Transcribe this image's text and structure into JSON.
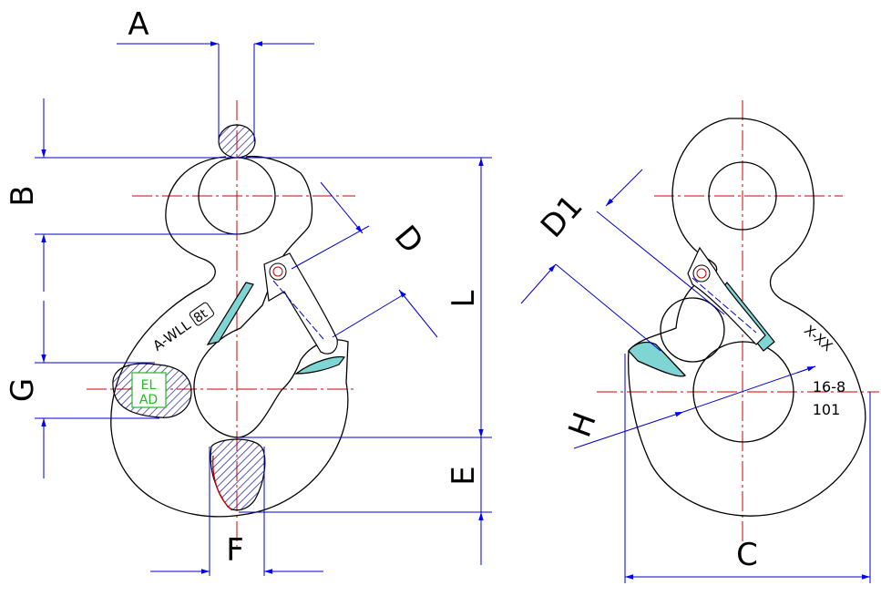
{
  "dimension_labels": {
    "A": "A",
    "B": "B",
    "D": "D",
    "L": "L",
    "G": "G",
    "E": "E",
    "F": "F",
    "D1": "D1",
    "H": "H",
    "C": "C"
  },
  "marking": {
    "wll": "A-WLL",
    "capacity": "8t",
    "logo_top": "EL",
    "logo_bottom": "AD"
  },
  "side_view_text": {
    "section": "X-XX",
    "size": "16-8",
    "code": "101"
  },
  "colors": {
    "outline": "#000000",
    "dimension": "#0000cc",
    "center_line": "#cc0000",
    "hatch": "#1a1a9a",
    "latch_fill": "#7fd4d4",
    "logo": "#22bb22"
  }
}
